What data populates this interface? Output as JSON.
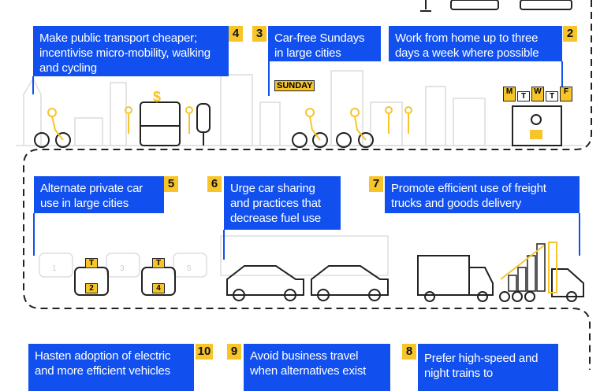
{
  "colors": {
    "accent_blue": "#1150ee",
    "accent_yellow": "#f7c52a",
    "line_gray": "#d8d8d8"
  },
  "measures": [
    {
      "number": "2",
      "text": "Work from home up to three days a week where possible"
    },
    {
      "number": "3",
      "text": "Car-free Sundays in large cities"
    },
    {
      "number": "4",
      "text": "Make public transport cheaper; incentivise micro-mobility, walking and cycling"
    },
    {
      "number": "5",
      "text": "Alternate private car use in large cities"
    },
    {
      "number": "6",
      "text": "Urge car sharing and practices that decrease fuel use"
    },
    {
      "number": "7",
      "text": "Promote efficient use of freight trucks and goods delivery"
    },
    {
      "number": "8",
      "text": "Prefer high-speed and night trains to"
    },
    {
      "number": "9",
      "text": "Avoid business travel when alternatives exist"
    },
    {
      "number": "10",
      "text": "Hasten adoption of electric and more efficient vehicles"
    }
  ],
  "illustration_labels": {
    "sunday_sign": "SUNDAY",
    "weekdays": [
      "M",
      "T",
      "W",
      "T",
      "F"
    ],
    "plates": [
      "1",
      "2",
      "3",
      "4",
      "5"
    ],
    "plate_odd_even": "T",
    "currency": "$"
  }
}
